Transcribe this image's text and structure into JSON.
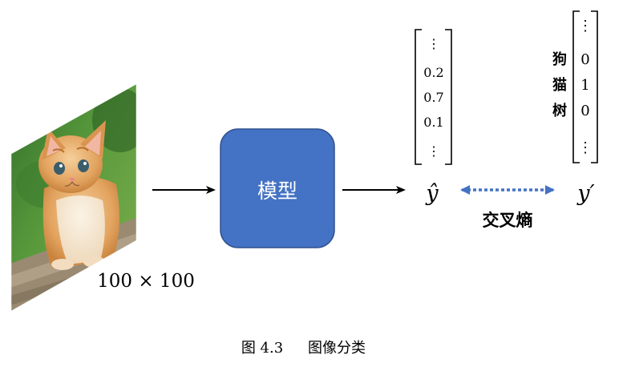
{
  "input": {
    "size_label": "100 × 100"
  },
  "model": {
    "label": "模型",
    "color": "#4472C4",
    "border_color": "#2F528F"
  },
  "prediction": {
    "symbol": "ŷ",
    "entries": [
      "⋮",
      "0.2",
      "0.7",
      "0.1",
      "⋮"
    ]
  },
  "target": {
    "symbol": "y′",
    "entries": [
      "⋮",
      "0",
      "1",
      "0",
      "⋮"
    ],
    "class_labels": [
      "",
      "狗",
      "猫",
      "树",
      ""
    ]
  },
  "loss": {
    "label": "交叉熵",
    "arrow_color": "#4472C4"
  },
  "caption": {
    "figure_number": "图 4.3",
    "title": "图像分类"
  }
}
